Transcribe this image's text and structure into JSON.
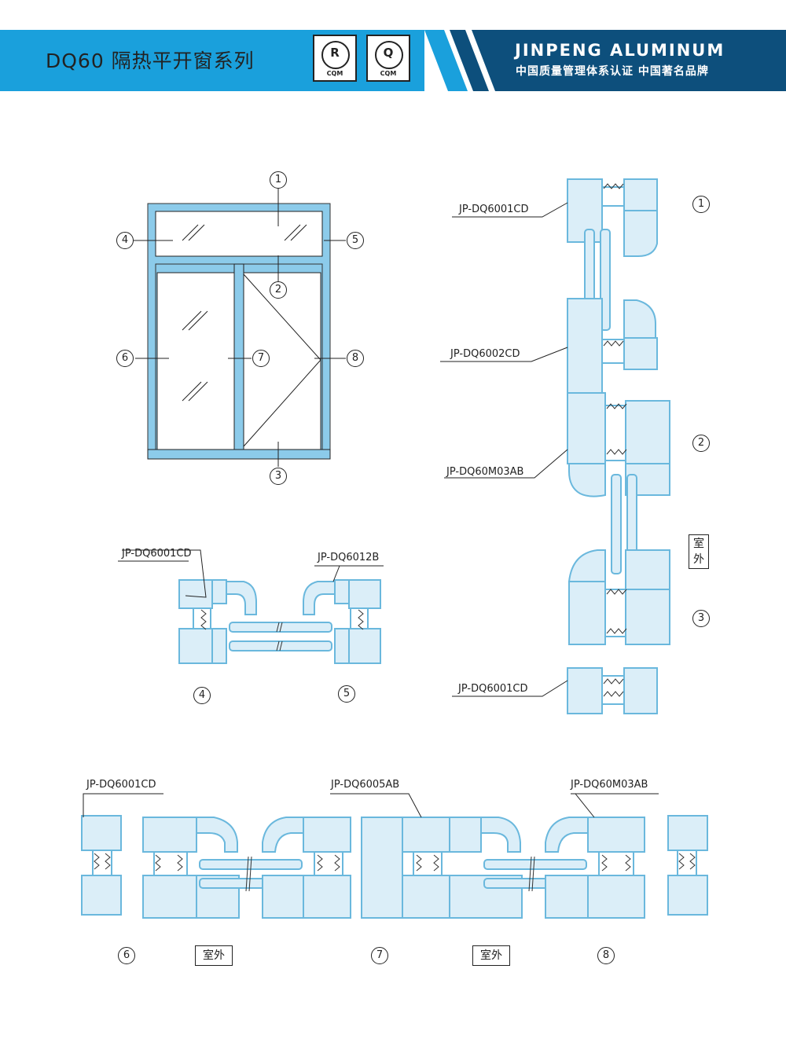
{
  "header": {
    "title": "DQ60 隔热平开窗系列",
    "cert1": {
      "letter": "R",
      "text": "CQM"
    },
    "cert2": {
      "letter": "Q",
      "text": "CQM"
    },
    "brand": "JINPENG ALUMINUM",
    "brand_sub": "中国质量管理体系认证 中国著名品牌",
    "colors": {
      "cyan": "#1aa0dc",
      "navy": "#0d4f7c",
      "profile": "#7fc6e8"
    }
  },
  "elevation": {
    "callouts": [
      "1",
      "2",
      "3",
      "4",
      "5",
      "6",
      "7",
      "8"
    ]
  },
  "section_45": {
    "left_label": "JP-DQ6001CD",
    "right_label": "JP-DQ6012B",
    "num_left": "4",
    "num_right": "5"
  },
  "section_123": {
    "labels": [
      "JP-DQ6001CD",
      "JP-DQ6002CD",
      "JP-DQ60M03AB",
      "JP-DQ6001CD"
    ],
    "nums": [
      "1",
      "2",
      "3"
    ],
    "outside": "室外"
  },
  "section_678": {
    "labels": [
      "JP-DQ6001CD",
      "JP-DQ6005AB",
      "JP-DQ60M03AB"
    ],
    "nums": [
      "6",
      "7",
      "8"
    ],
    "outside": [
      "室外",
      "室外"
    ]
  }
}
